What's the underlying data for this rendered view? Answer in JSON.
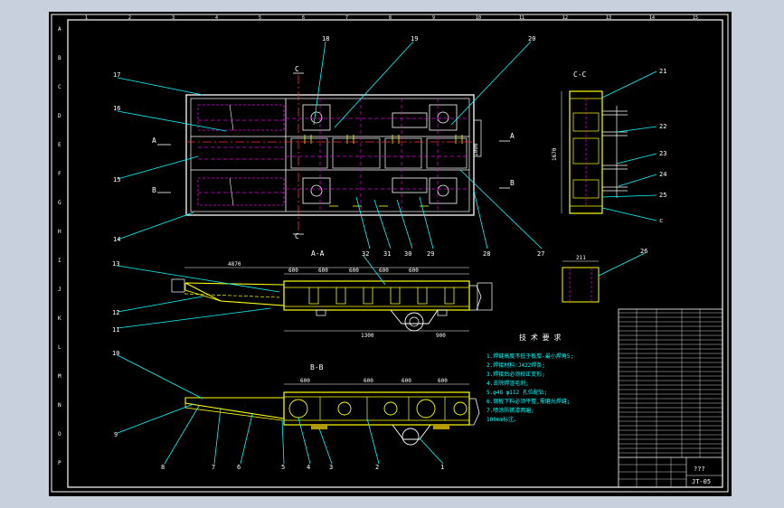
{
  "drawing": {
    "zone_letters": [
      "A",
      "B",
      "C",
      "D",
      "E",
      "F",
      "G",
      "H",
      "I",
      "J",
      "K",
      "L",
      "M",
      "N",
      "O",
      "P"
    ],
    "zone_numbers": [
      "1",
      "2",
      "3",
      "4",
      "5",
      "6",
      "7",
      "8",
      "9",
      "10",
      "11",
      "12",
      "13",
      "14",
      "15"
    ],
    "section_marks": {
      "c": "C",
      "a": "A",
      "b": "B"
    },
    "section_titles": {
      "aa": "A-A",
      "bb": "B-B",
      "cc": "C-C"
    },
    "balloons_plan": [
      "18",
      "19",
      "20",
      "17",
      "16",
      "15",
      "14"
    ],
    "balloons_plan_bottom": [
      "32",
      "31",
      "30",
      "29",
      "28",
      "27"
    ],
    "balloons_cc": [
      "21",
      "22",
      "23",
      "24",
      "25",
      "c"
    ],
    "balloon_26": "26",
    "balloons_aa": [
      "13",
      "12",
      "11"
    ],
    "balloons_bb": [
      "10",
      "9",
      "8",
      "7",
      "6",
      "5",
      "4",
      "3",
      "2",
      "1"
    ],
    "dim_aa": [
      "4870",
      "600",
      "600",
      "600",
      "600",
      "600",
      "1300",
      "900"
    ],
    "dim_bb": [
      "600",
      "600",
      "600",
      "600"
    ],
    "dim_cc": [
      "1670",
      "1000"
    ],
    "dim_26": "211",
    "notes_title": "技 术 要 求",
    "notes": [
      "1.焊缝高度不低于板厚-最小焊角5;",
      "2.焊接材料:J422焊条;",
      "3.焊接后必须校正变形;",
      "4.去除焊渣毛刺;",
      "5.φ48 φ112 孔位配钻;",
      "6.钢板下料必须平整,需磨光焊缝;",
      "7.喷涂防锈漆两遍;",
      "100mm标注。"
    ],
    "title_block": {
      "name": "???",
      "code": "JT-05"
    }
  }
}
